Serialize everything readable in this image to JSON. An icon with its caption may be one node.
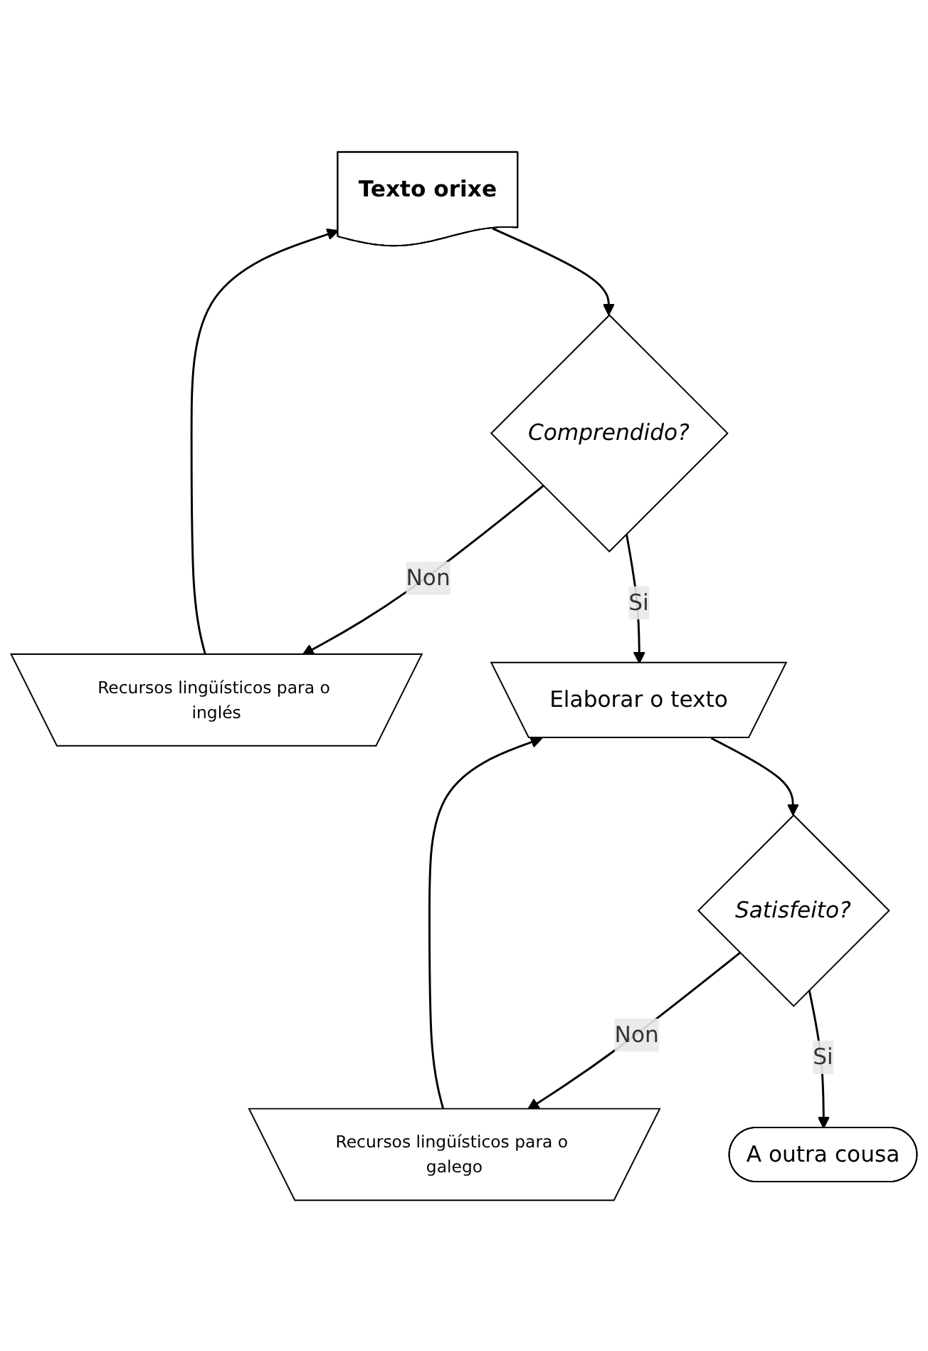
{
  "diagram": {
    "nodes": [
      {
        "text": [
          "Texto orixe"
        ]
      },
      {
        "text": [
          "Recursos lingüísticos para o inglés"
        ]
      },
      {
        "text": [
          "Comprendido?"
        ]
      },
      {
        "text": [
          "Elaborar o texto"
        ]
      },
      {
        "text": [
          "Recursos lingüísticos para o galego"
        ]
      },
      {
        "text": [
          "Satisfeito?"
        ]
      },
      {
        "text": [
          "A outra cousa"
        ]
      }
    ],
    "edges": [
      {
        "from": 0,
        "to": 2,
        "arrow": "to"
      },
      {
        "from": 2,
        "to": 1,
        "arrow": "to",
        "label": "Non"
      },
      {
        "from": 1,
        "to": 0,
        "arrow": "to"
      },
      {
        "from": 2,
        "to": 3,
        "arrow": "to",
        "label": "Si"
      },
      {
        "from": 3,
        "to": 5,
        "arrow": "to"
      },
      {
        "from": 5,
        "to": 4,
        "arrow": "to",
        "label": "Non"
      },
      {
        "from": 4,
        "to": 3,
        "arrow": "to"
      },
      {
        "from": 5,
        "to": 6,
        "arrow": "to",
        "label": "Si"
      }
    ]
  }
}
